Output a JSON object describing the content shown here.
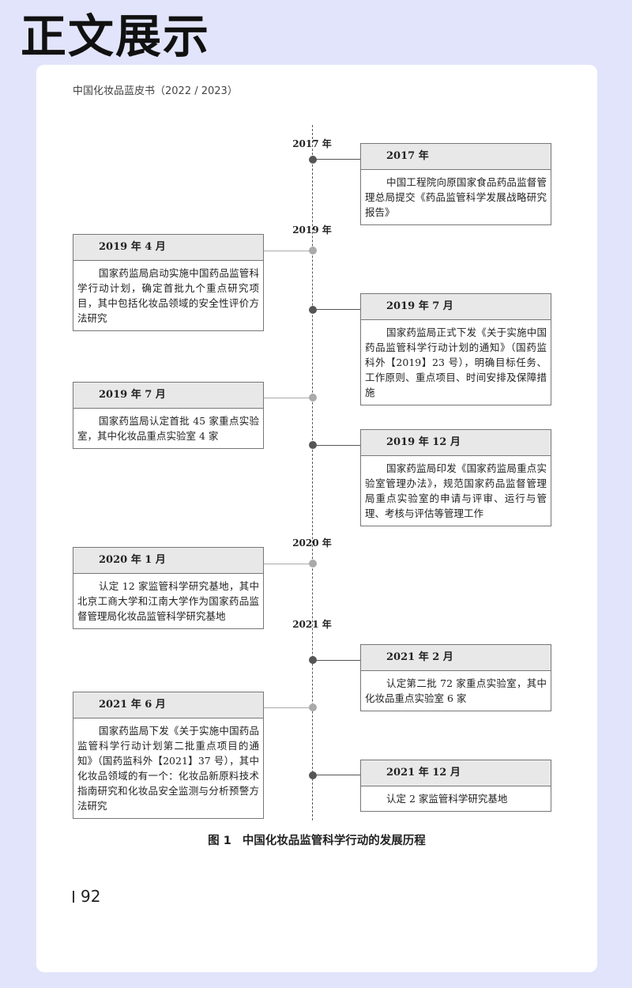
{
  "banner": "正文展示",
  "running_head": "中国化妆品蓝皮书（2022 / 2023）",
  "years": [
    "2017 年",
    "2019 年",
    "2020 年",
    "2021 年"
  ],
  "events": [
    {
      "title": "2017 年",
      "text": "中国工程院向原国家食品药品监督管理总局提交《药品监管科学发展战略研究报告》"
    },
    {
      "title": "2019 年 4 月",
      "text": "国家药监局启动实施中国药品监管科学行动计划，确定首批九个重点研究项目，其中包括化妆品领域的安全性评价方法研究"
    },
    {
      "title": "2019 年 7 月",
      "text": "国家药监局正式下发《关于实施中国药品监管科学行动计划的通知》（国药监科外【2019】23 号），明确目标任务、工作原则、重点项目、时间安排及保障措施"
    },
    {
      "title": "2019 年 7 月",
      "text": "国家药监局认定首批 45 家重点实验室，其中化妆品重点实验室 4 家"
    },
    {
      "title": "2019 年 12 月",
      "text": "国家药监局印发《国家药监局重点实验室管理办法》，规范国家药品监督管理局重点实验室的申请与评审、运行与管理、考核与评估等管理工作"
    },
    {
      "title": "2020 年 1 月",
      "text": "认定 12 家监管科学研究基地，其中北京工商大学和江南大学作为国家药品监督管理局化妆品监管科学研究基地"
    },
    {
      "title": "2021 年 2 月",
      "text": "认定第二批 72 家重点实验室，其中化妆品重点实验室 6 家"
    },
    {
      "title": "2021 年 6 月",
      "text": "国家药监局下发《关于实施中国药品监管科学行动计划第二批重点项目的通知》（国药监科外【2021】37 号），其中化妆品领域的有一个：化妆品新原料技术指南研究和化妆品安全监测与分析预警方法研究"
    },
    {
      "title": "2021 年 12 月",
      "text": "认定 2 家监管科学研究基地"
    }
  ],
  "caption": {
    "figure": "图 1",
    "title": "中国化妆品监管科学行动的发展历程"
  },
  "page_number": "92",
  "colors": {
    "background": "#e2e4fb",
    "card_header": "#e8e8e8",
    "axis": "#555555"
  }
}
